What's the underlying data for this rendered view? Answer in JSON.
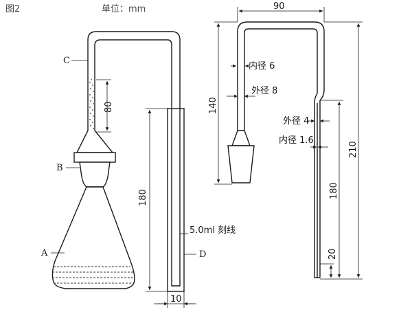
{
  "header": {
    "figure_label": "图2",
    "unit_label": "单位：mm"
  },
  "left_apparatus": {
    "parts": {
      "a": "A",
      "b": "B",
      "c": "C",
      "d": "D"
    },
    "dimensions": {
      "packing_height": "80",
      "tube_height": "180",
      "tube_width": "10"
    },
    "mark_label": "5.0ml 刻线"
  },
  "right_tube": {
    "dimensions": {
      "width": "90",
      "left_height": "140",
      "total_height": "210",
      "inner_height": "180",
      "bottom_height": "20"
    },
    "diameters": {
      "inner_upper": "内径 6",
      "outer_upper": "外径 8",
      "outer_lower": "外径 4",
      "inner_lower": "内径 1.6"
    }
  }
}
